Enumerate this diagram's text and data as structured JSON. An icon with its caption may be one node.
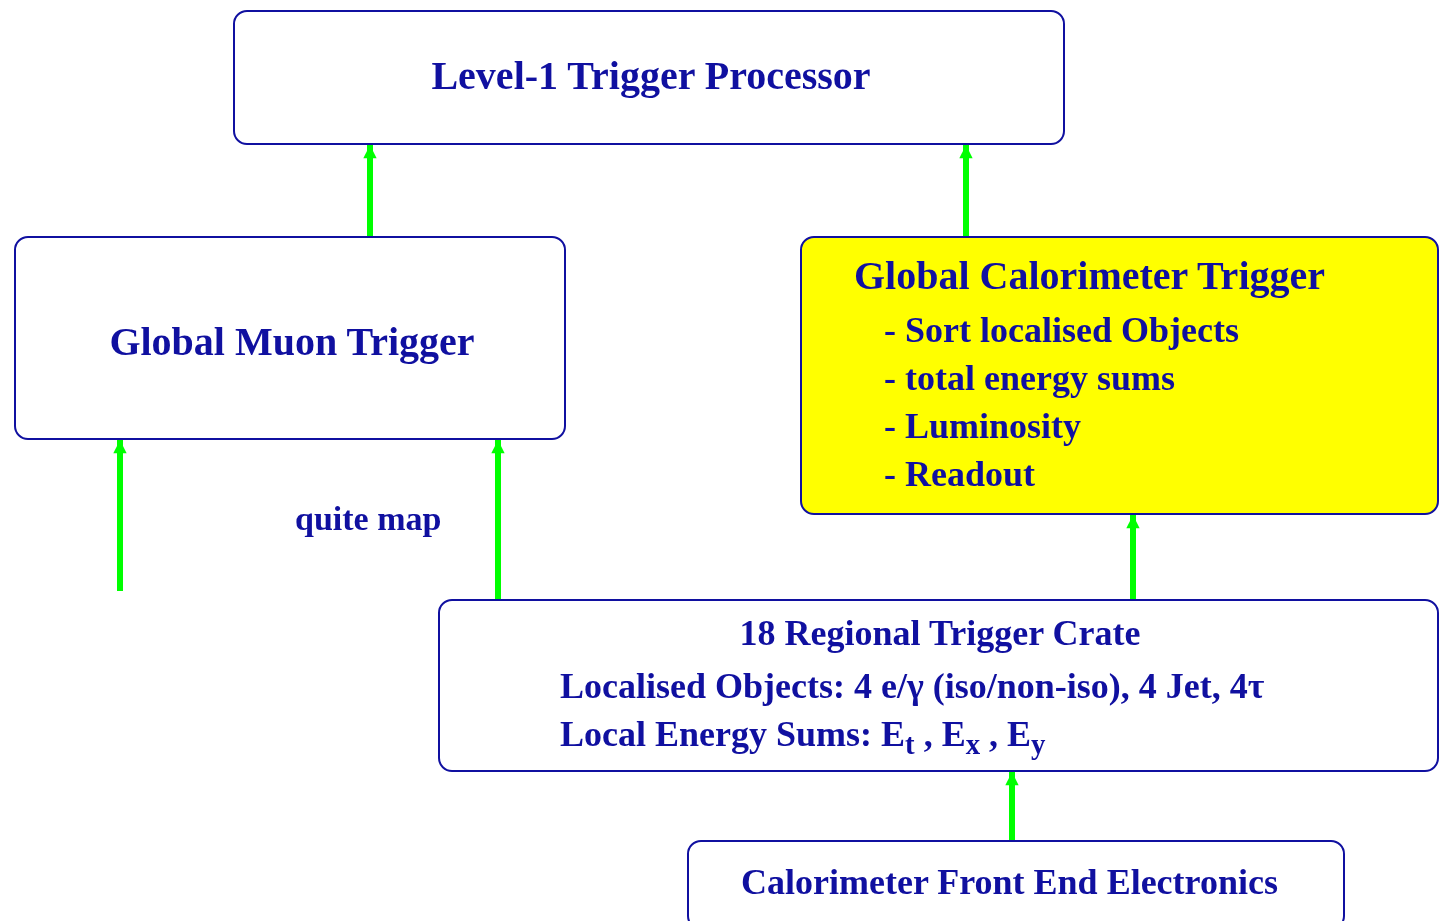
{
  "diagram": {
    "nodes": [
      {
        "text": [
          "Level-1 Trigger Processor"
        ]
      },
      {
        "text": [
          "Global Muon Trigger"
        ]
      },
      {
        "text": [
          "Global Calorimeter Trigger",
          "- Sort localised Objects",
          "- total energy sums",
          "- Luminosity",
          "- Readout"
        ]
      },
      {
        "text": [
          "18 Regional Trigger Crate",
          "Localised Objects: 4 e/γ  (iso/non-iso), 4 Jet, 4τ",
          "Local Energy Sums: E$_{t}$ , E$_{x}$ , E$_{y}$"
        ]
      },
      {
        "text": [
          "Calorimeter Front End Electronics"
        ]
      }
    ],
    "edges": [
      {
        "from": 1,
        "to": 0,
        "arrow": "to"
      },
      {
        "from": 2,
        "to": 0,
        "arrow": "to"
      },
      {
        "from": null,
        "to": 1,
        "arrow": "to"
      },
      {
        "from": 3,
        "to": 1,
        "arrow": "to",
        "label": "quite map"
      },
      {
        "from": 3,
        "to": 2,
        "arrow": "to"
      },
      {
        "from": 4,
        "to": 3,
        "arrow": "to"
      }
    ]
  }
}
